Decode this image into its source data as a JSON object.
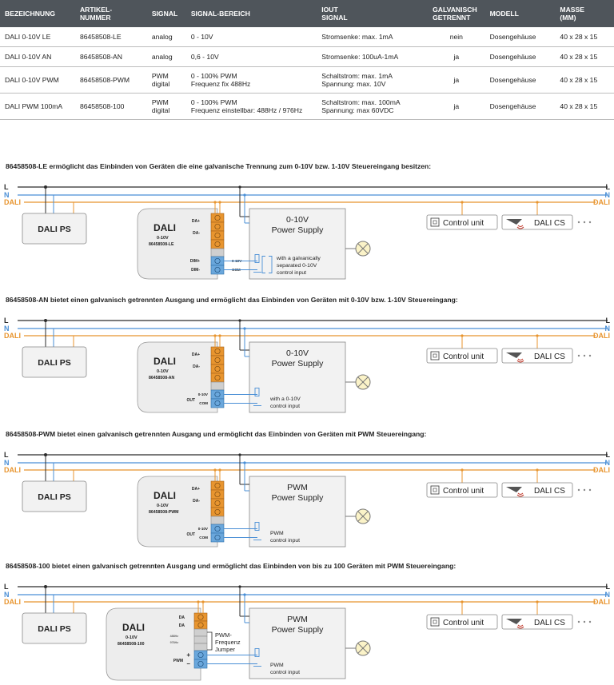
{
  "table": {
    "headers": [
      "BEZEICHNUNG",
      "ARTIKEL-\nNUMMER",
      "SIGNAL",
      "SIGNAL-BEREICH",
      "IOUT\nSIGNAL",
      "GALVANISCH\nGETRENNT",
      "MODELL",
      "MASSE\n(MM)"
    ],
    "rows": [
      [
        "DALI 0-10V LE",
        "86458508-LE",
        "analog",
        "0 - 10V",
        "Stromsenke: max. 1mA",
        "nein",
        "Dosengehäuse",
        "40 x 28 x 15"
      ],
      [
        "DALI 0-10V AN",
        "86458508-AN",
        "analog",
        "0,6 - 10V",
        "Stromsenke: 100uA-1mA",
        "ja",
        "Dosengehäuse",
        "40 x 28 x 15"
      ],
      [
        "DALI 0-10V PWM",
        "86458508-PWM",
        "PWM\ndigital",
        "0 - 100% PWM\nFrequenz fix 488Hz",
        "Schaltstrom: max. 1mA\nSpannung: max. 10V",
        "ja",
        "Dosengehäuse",
        "40 x 28 x 15"
      ],
      [
        "DALI PWM 100mA",
        "86458508-100",
        "PWM\ndigital",
        "0 - 100% PWM\nFrequenz einstellbar: 488Hz / 976Hz",
        "Schaltstrom: max. 100mA\nSpannung: max 60VDC",
        "ja",
        "Dosengehäuse",
        "40 x 28 x 15"
      ]
    ]
  },
  "colors": {
    "L": "#2b2b2b",
    "N": "#4a8fd6",
    "DALI": "#e8952f",
    "header_bg": "#4f555b",
    "red": "#c0392b"
  },
  "icons": [
    "control-unit-icon",
    "dali-cs-sensor-icon",
    "lamp-icon",
    "ellipsis-icon"
  ],
  "common": {
    "line_L": "L",
    "line_N": "N",
    "line_DALI": "DALI",
    "dali_ps": "DALI PS",
    "control_unit": "Control unit",
    "dali_cs": "DALI CS",
    "dali_brand": "DALI",
    "dali_small": "0-10V",
    "da_plus": "DA+",
    "da_minus": "DA-",
    "da": "DA",
    "com": "COM",
    "out": "OUT",
    "v010": "0-10V",
    "dim_plus": "DIM+",
    "dim_minus": "DIM-"
  },
  "sections": [
    {
      "title": "86458508-LE ermöglicht das Einbinden von Geräten die eine galvanische Trennung zum 0-10V bzw. 1-10V Steuereingang besitzen:",
      "module_code": "86458508-LE",
      "ps_title_1": "0-10V",
      "ps_title_2": "Power Supply",
      "note_lines": [
        "with a galvanically",
        "separated 0-10V",
        "control input"
      ]
    },
    {
      "title": "86458508-AN bietet einen galvanisch getrennten Ausgang und ermöglicht das Einbinden von Geräten mit 0-10V bzw. 1-10V Steuereingang:",
      "module_code": "86458508-AN",
      "ps_title_1": "0-10V",
      "ps_title_2": "Power Supply",
      "note_lines": [
        "with a 0-10V",
        "control input"
      ]
    },
    {
      "title": "86458508-PWM bietet einen galvanisch getrennten Ausgang und ermöglicht das Einbinden von Geräten mit PWM Steuereingang:",
      "module_code": "86458508-PWM",
      "ps_title_1": "PWM",
      "ps_title_2": "Power Supply",
      "note_lines": [
        "PWM",
        "control input"
      ]
    },
    {
      "title": "86458508-100 bietet einen galvanisch getrennten Ausgang und ermöglicht das Einbinden von bis zu 100 Geräten mit PWM Steuereingang:",
      "module_code": "86458508-100",
      "ps_title_1": "PWM",
      "ps_title_2": "Power Supply",
      "note_lines": [
        "PWM",
        "control input"
      ],
      "jumper_label_1": "PWM-",
      "jumper_label_2": "Frequenz",
      "jumper_label_3": "Jumper",
      "freq_a": "488Hz",
      "freq_b": "976Hz",
      "pwm_label": "PWM",
      "plus": "+",
      "minus": "–"
    }
  ]
}
